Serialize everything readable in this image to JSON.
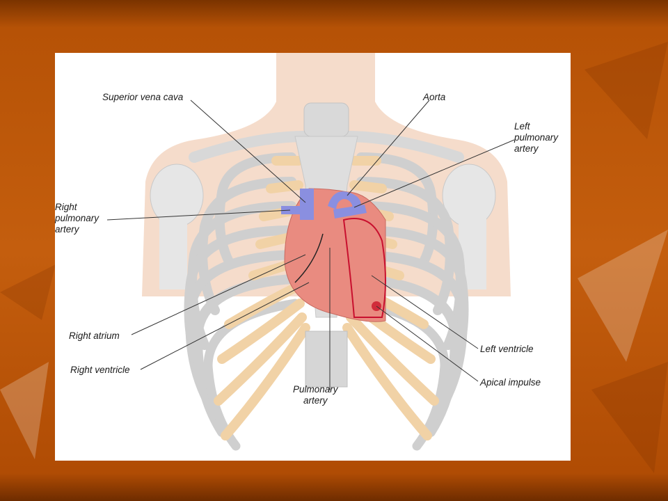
{
  "labels": {
    "superior_vena_cava": "Superior vena cava",
    "aorta": "Aorta",
    "left_pulmonary_artery": [
      "Left",
      "pulmonary",
      "artery"
    ],
    "right_pulmonary_artery": [
      "Right",
      "pulmonary",
      "artery"
    ],
    "right_atrium": "Right atrium",
    "right_ventricle": "Right ventricle",
    "pulmonary_artery": [
      "Pulmonary",
      "artery"
    ],
    "left_ventricle": "Left ventricle",
    "apical_impulse": "Apical impulse"
  },
  "colors": {
    "background": "#b85608",
    "bone": "#dcdcdc",
    "cartilage": "#f1d2a6",
    "skin": "#f5dccb",
    "heart": "#e98b80",
    "vessels": "#8a8fe0",
    "outline": "#c8102e"
  }
}
